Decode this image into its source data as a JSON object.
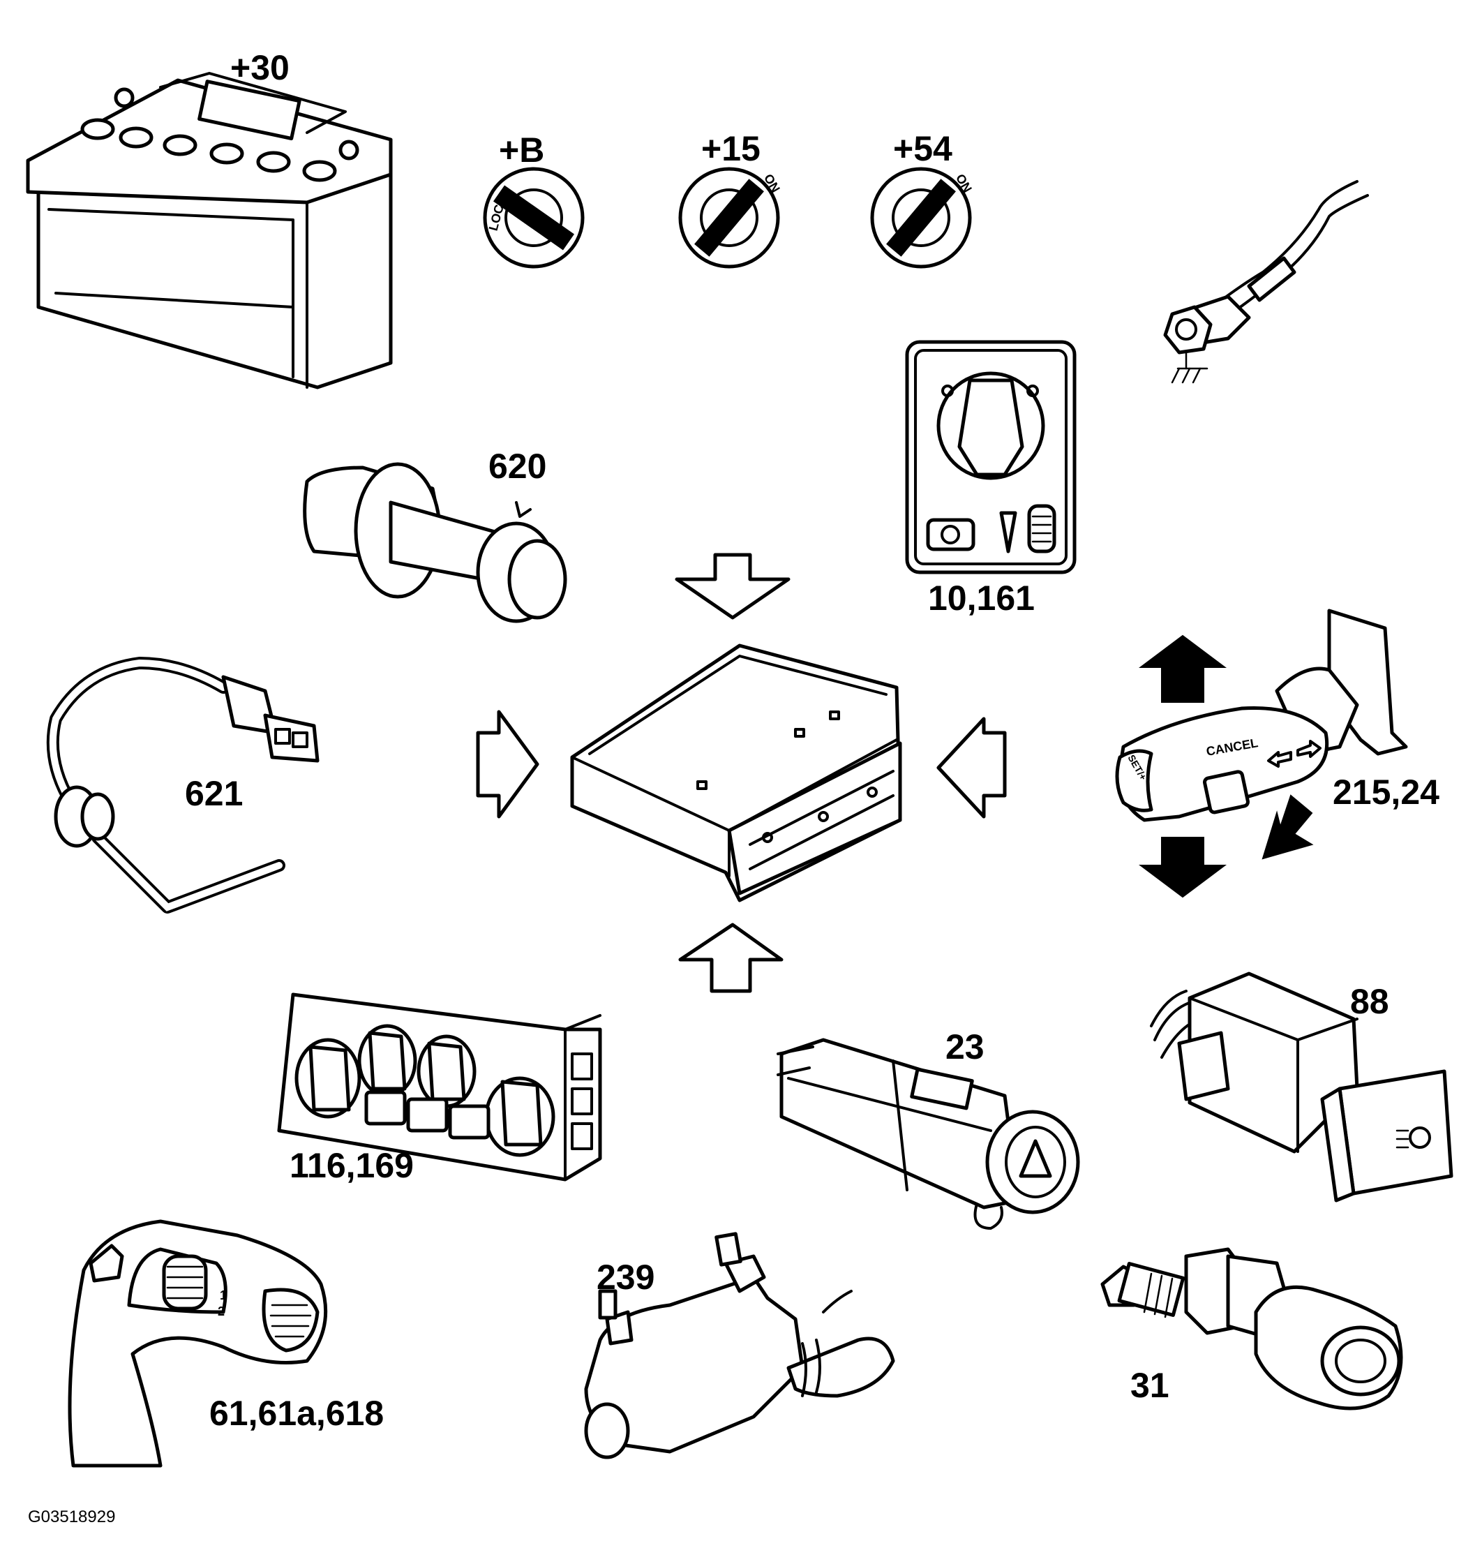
{
  "labels": {
    "battery": "+30",
    "key_b": "+B",
    "key_15": "+15",
    "key_54": "+54",
    "ground_symbol": "ground-symbol",
    "switch_620": "620",
    "light_switch": "10,161",
    "sensor_621": "621",
    "cruise_stalk": "215,24",
    "climate_panel": "116,169",
    "hazard_switch": "23",
    "fog_switch": "88",
    "wiper_stalk": "61,61a,618",
    "washer_pump": "239",
    "temp_sensor": "31"
  },
  "key_texts": {
    "lock": "LOCK",
    "on_15": "ON",
    "on_54": "ON"
  },
  "stalk_texts": {
    "cancel": "CANCEL",
    "set": "SET/+"
  },
  "wiper_texts": {
    "pos1": "1",
    "pos2": "2"
  },
  "figure_code": "G03518929"
}
